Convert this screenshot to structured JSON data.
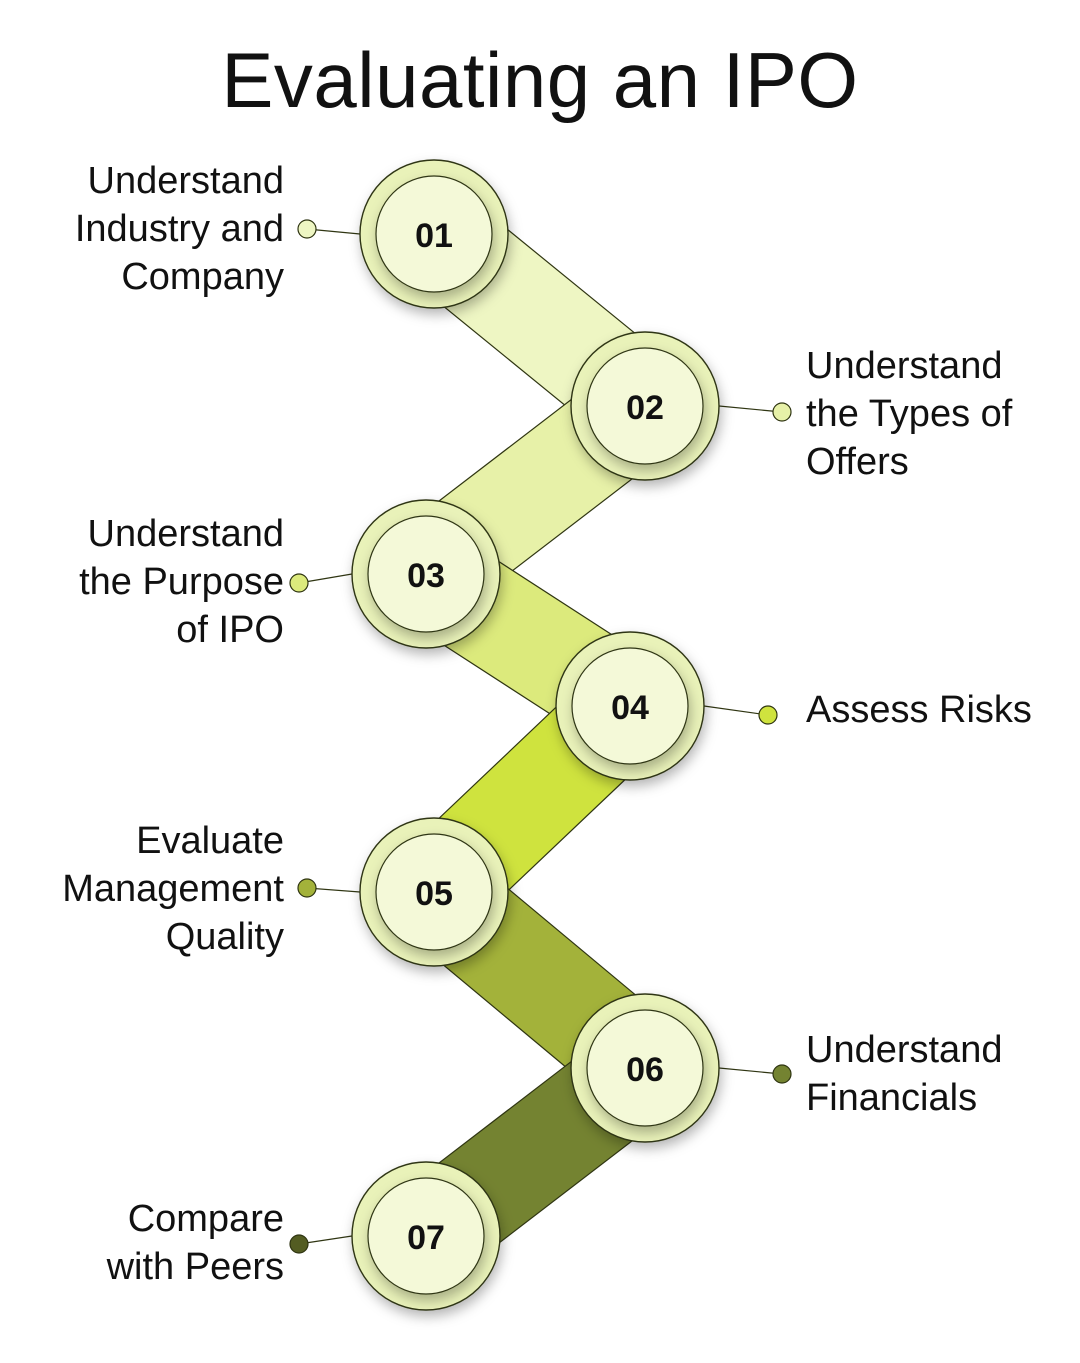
{
  "title": "Evaluating an IPO",
  "colors": {
    "ring_outer": "#e9f2b9",
    "ring_inner": "#f4f9d8",
    "ring_stroke": "#2f3512",
    "ribbons": [
      "#eef6c3",
      "#e7f1a8",
      "#dcea7c",
      "#cfe33e",
      "#a3b23a",
      "#748331"
    ],
    "dots": [
      "#eef6c3",
      "#e7f1a8",
      "#dcea7c",
      "#cfe33e",
      "#a3b23a",
      "#748331",
      "#535c22"
    ]
  },
  "steps": [
    {
      "num": "01",
      "label": "Understand\nIndustry and\nCompany",
      "side": "left"
    },
    {
      "num": "02",
      "label": "Understand\nthe Types of\nOffers",
      "side": "right"
    },
    {
      "num": "03",
      "label": "Understand\nthe Purpose\nof IPO",
      "side": "left"
    },
    {
      "num": "04",
      "label": "Assess Risks",
      "side": "right"
    },
    {
      "num": "05",
      "label": "Evaluate\nManagement\nQuality",
      "side": "left"
    },
    {
      "num": "06",
      "label": "Understand\nFinancials",
      "side": "right"
    },
    {
      "num": "07",
      "label": "Compare\nwith Peers",
      "side": "left"
    }
  ]
}
